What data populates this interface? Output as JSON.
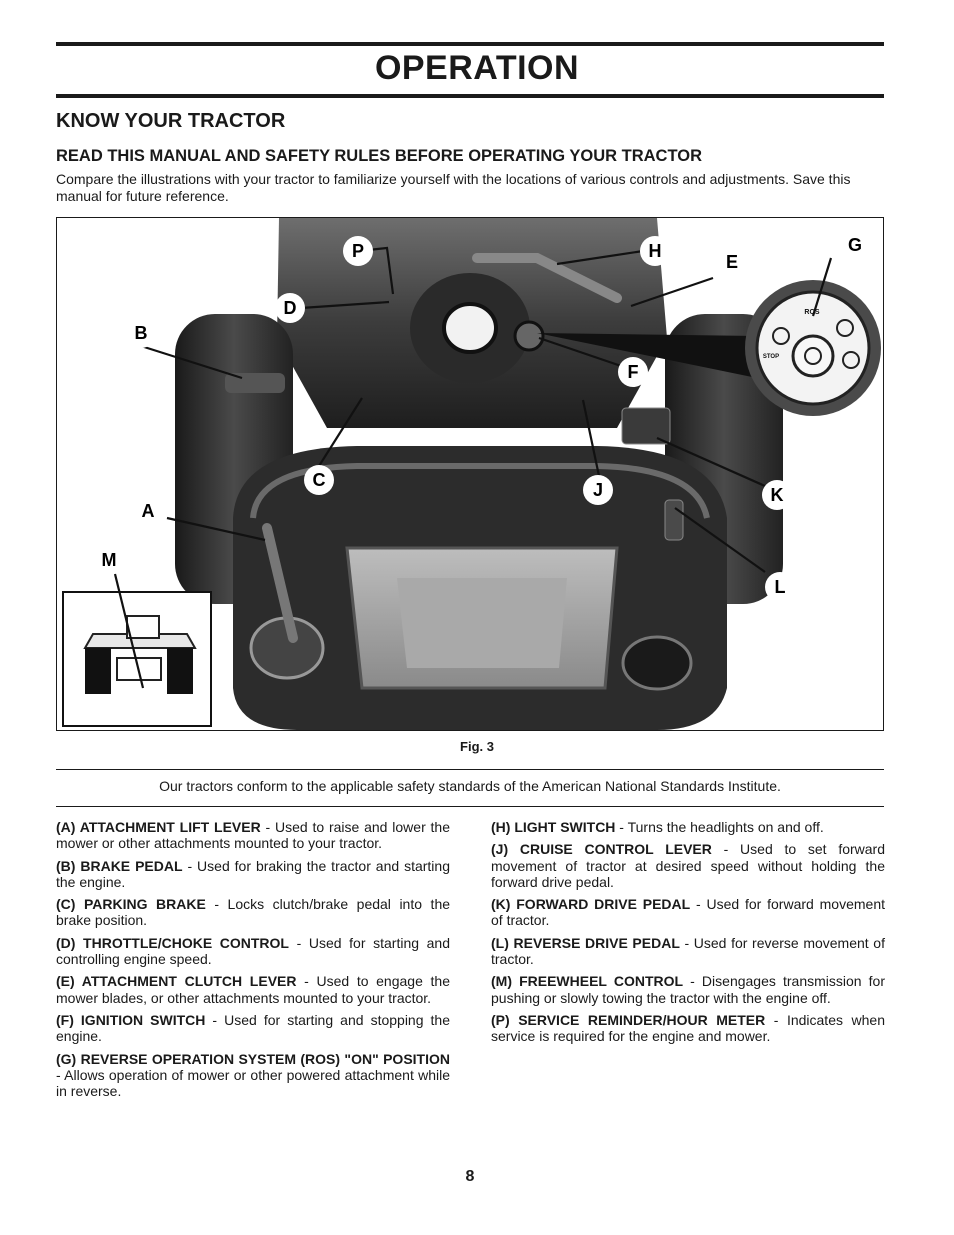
{
  "page": {
    "title": "OPERATION",
    "section_title": "KNOW YOUR TRACTOR",
    "subsection_title": "READ THIS MANUAL AND SAFETY RULES BEFORE OPERATING YOUR TRACTOR",
    "intro": "Compare the illustrations with your tractor to familiarize yourself with the locations of various controls and adjustments. Save this manual for future reference.",
    "figure_caption": "Fig. 3",
    "standards_note": "Our tractors conform to the applicable safety standards of the American National Standards Institute.",
    "page_number": "8"
  },
  "figure": {
    "callouts": {
      "A": "A",
      "B": "B",
      "C": "C",
      "D": "D",
      "E": "E",
      "F": "F",
      "G": "G",
      "H": "H",
      "J": "J",
      "K": "K",
      "L": "L",
      "M": "M",
      "P": "P"
    },
    "ignition_labels": {
      "ros": "ROS",
      "stop": "STOP"
    }
  },
  "descriptions": {
    "left": [
      {
        "label": "(A) ATTACHMENT LIFT LEVER",
        "text": " - Used to raise and lower the mower or other attachments mounted to your tractor."
      },
      {
        "label": "(B) BRAKE PEDAL",
        "text": " - Used for braking the tractor and starting the engine."
      },
      {
        "label": "(C) PARKING BRAKE",
        "text": " - Locks clutch/brake pedal into the brake position."
      },
      {
        "label": "(D) THROTTLE/CHOKE CONTROL",
        "text": " - Used for starting and controlling engine speed."
      },
      {
        "label": "(E) ATTACHMENT CLUTCH LEVER",
        "text": " - Used to engage the mower blades, or other attachments mounted to your tractor."
      },
      {
        "label": "(F) IGNITION SWITCH",
        "text": " - Used for starting and stopping the engine."
      },
      {
        "label": "(G) REVERSE OPERATION SYSTEM (ROS) \"ON\" POSITION",
        "text": " - Allows operation of mower or other powered attachment while in reverse."
      }
    ],
    "right": [
      {
        "label": "(H) LIGHT SWITCH",
        "text": " - Turns the headlights on and off."
      },
      {
        "label": "(J) CRUISE CONTROL LEVER",
        "text": " - Used to set forward movement of tractor at desired speed without holding the forward drive pedal."
      },
      {
        "label": "(K) FORWARD DRIVE PEDAL",
        "text": " - Used for forward movement of tractor."
      },
      {
        "label": "(L) REVERSE DRIVE PEDAL",
        "text": " - Used for reverse movement of tractor."
      },
      {
        "label": "(M) FREEWHEEL CONTROL",
        "text": " - Disengages transmission for pushing or slowly towing the tractor with the engine off."
      },
      {
        "label": "(P) SERVICE REMINDER/HOUR METER",
        "text": " - Indicates when service is required for the engine and mower."
      }
    ]
  }
}
